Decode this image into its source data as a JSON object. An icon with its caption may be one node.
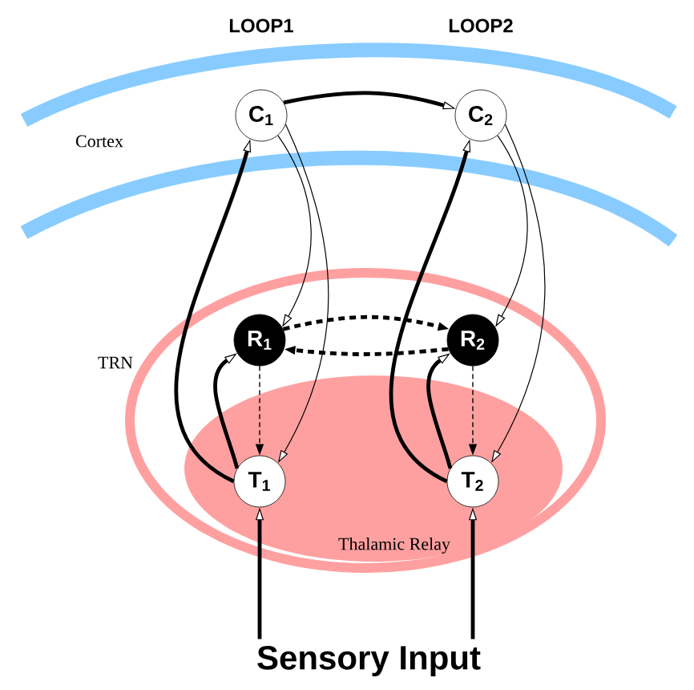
{
  "diagram": {
    "nodes": [
      {
        "text": [
          "C$_{1}$"
        ]
      },
      {
        "text": [
          "C$_{2}$"
        ]
      },
      {
        "text": [
          "TRN"
        ]
      },
      {
        "text": [
          "R$_{1}$"
        ],
        "in": 2
      },
      {
        "text": [
          "R$_{2}$"
        ],
        "in": 2
      },
      {
        "text": [
          "Thalamic Relay"
        ],
        "in": 2
      },
      {
        "text": [
          "T$_{1}$"
        ],
        "in": 5
      },
      {
        "text": [
          "T$_{2}$"
        ],
        "in": 5
      },
      {
        "text": [
          "Sensory Input"
        ]
      }
    ],
    "edges": [
      {
        "from": 0,
        "to": 1,
        "arrow": "to"
      },
      {
        "from": 6,
        "to": 0,
        "arrow": "to"
      },
      {
        "from": 0,
        "to": 3,
        "arrow": "to"
      },
      {
        "from": 0,
        "to": 6,
        "arrow": "to"
      },
      {
        "from": 6,
        "to": 3,
        "arrow": "to"
      },
      {
        "from": 3,
        "to": 6,
        "arrow": "to",
        "style": "dashed"
      },
      {
        "from": 3,
        "to": 4,
        "arrow": "to",
        "style": "dashed"
      },
      {
        "from": 4,
        "to": 3,
        "arrow": "to",
        "style": "dashed"
      },
      {
        "from": 7,
        "to": 1,
        "arrow": "to"
      },
      {
        "from": 1,
        "to": 4,
        "arrow": "to"
      },
      {
        "from": 1,
        "to": 7,
        "arrow": "to"
      },
      {
        "from": 7,
        "to": 4,
        "arrow": "to"
      },
      {
        "from": 4,
        "to": 7,
        "arrow": "to",
        "style": "dashed"
      },
      {
        "from": 8,
        "to": 6,
        "arrow": "to"
      },
      {
        "from": 8,
        "to": 7,
        "arrow": "to"
      }
    ],
    "labels": [
      "LOOP1",
      "LOOP2",
      "Cortex"
    ]
  }
}
